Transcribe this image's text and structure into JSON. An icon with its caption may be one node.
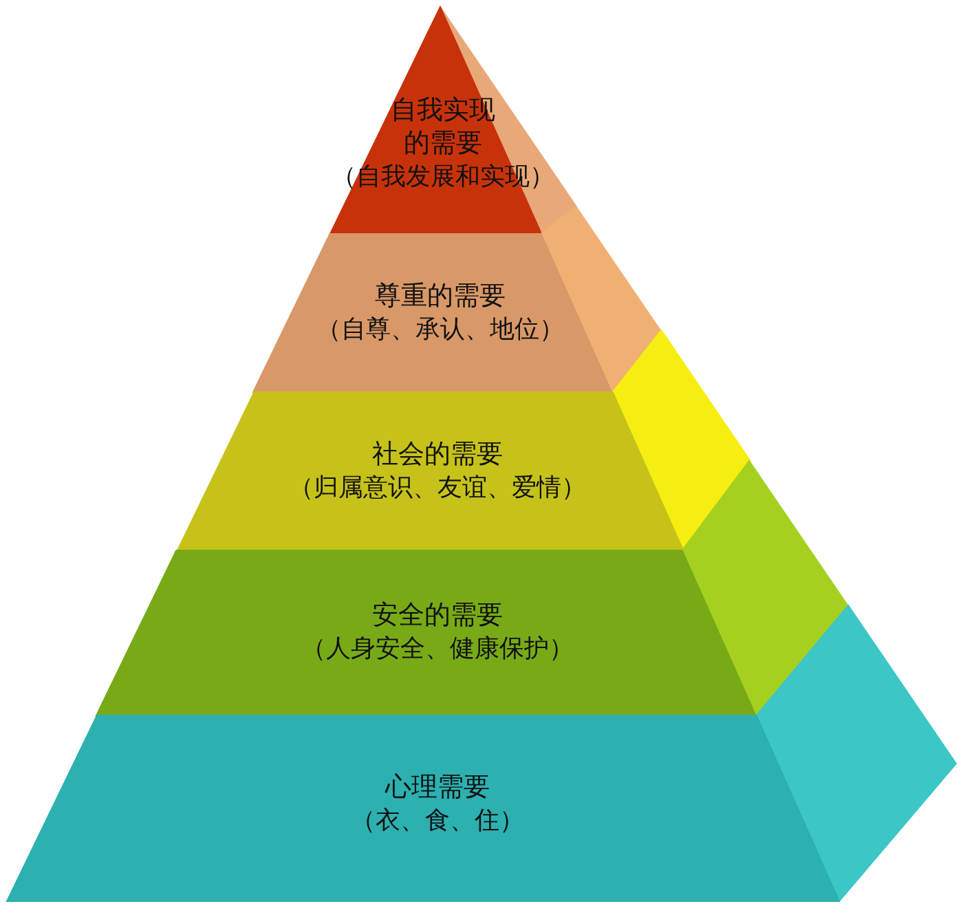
{
  "diagram": {
    "nodes": [
      {
        "text": [
          "自我实现的需要",
          "（自我发展和实现）"
        ]
      },
      {
        "text": [
          "尊重的需要",
          "（自尊、承认、地位）"
        ]
      },
      {
        "text": [
          "社会的需要",
          "（归属意识、友谊、爱情）"
        ]
      },
      {
        "text": [
          "安全的需要",
          "（人身安全、健康保护）"
        ]
      },
      {
        "text": [
          "心理需要",
          "（衣、食、住）"
        ]
      }
    ]
  }
}
